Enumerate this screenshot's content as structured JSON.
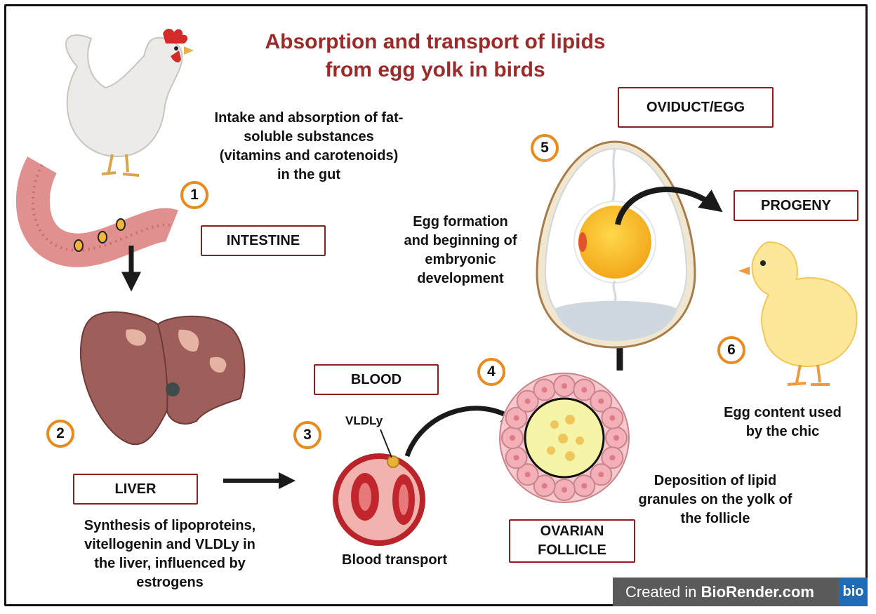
{
  "title": {
    "line1": "Absorption and transport of lipids",
    "line2": "from egg yolk in birds"
  },
  "steps": [
    "1",
    "2",
    "3",
    "4",
    "5",
    "6"
  ],
  "labels": {
    "intestine": "INTESTINE",
    "liver": "LIVER",
    "blood": "BLOOD",
    "ovarian_follicle_l1": "OVARIAN",
    "ovarian_follicle_l2": "FOLLICLE",
    "oviduct_egg": "OVIDUCT/EGG",
    "progeny": "PROGENY",
    "vldly": "VLDLy"
  },
  "captions": {
    "intake": [
      "Intake and absorption of fat-",
      "soluble substances",
      "(vitamins and carotenoids)",
      "in the gut"
    ],
    "synthesis": [
      "Synthesis of lipoproteins,",
      "vitellogenin and VLDLy in",
      "the liver, influenced by",
      "estrogens"
    ],
    "blood_transport": "Blood transport",
    "deposition": [
      "Deposition of lipid",
      "granules on the yolk of",
      "the follicle"
    ],
    "egg_formation": [
      "Egg formation",
      "and beginning of",
      "embryonic",
      "development"
    ],
    "egg_content": [
      "Egg content used",
      "by the chic"
    ]
  },
  "credit": {
    "prefix": "Created in ",
    "brand": "BioRender.com",
    "logo": "bio"
  },
  "colors": {
    "title": "#9b2a2a",
    "box_border": "#8b1f1f",
    "step_ring": "#e88a1c",
    "arrow": "#1a1a1a"
  }
}
